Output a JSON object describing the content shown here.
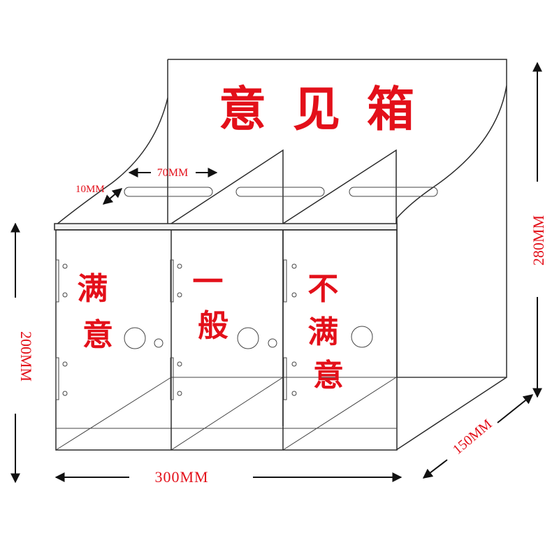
{
  "box_title": "意见箱",
  "compartments": [
    {
      "label": "满意",
      "chars": [
        "满",
        "意"
      ]
    },
    {
      "label": "一般",
      "chars": [
        "一",
        "般"
      ]
    },
    {
      "label": "不满意",
      "chars": [
        "不",
        "满",
        "意"
      ]
    }
  ],
  "dimensions": {
    "slot_length": "70MM",
    "slot_width": "10MM",
    "width": "300MM",
    "depth": "150MM",
    "front_height": "200MM",
    "total_height": "280MM"
  },
  "colors": {
    "label_red": "#e3101a",
    "outline": "#2b2b2b"
  }
}
